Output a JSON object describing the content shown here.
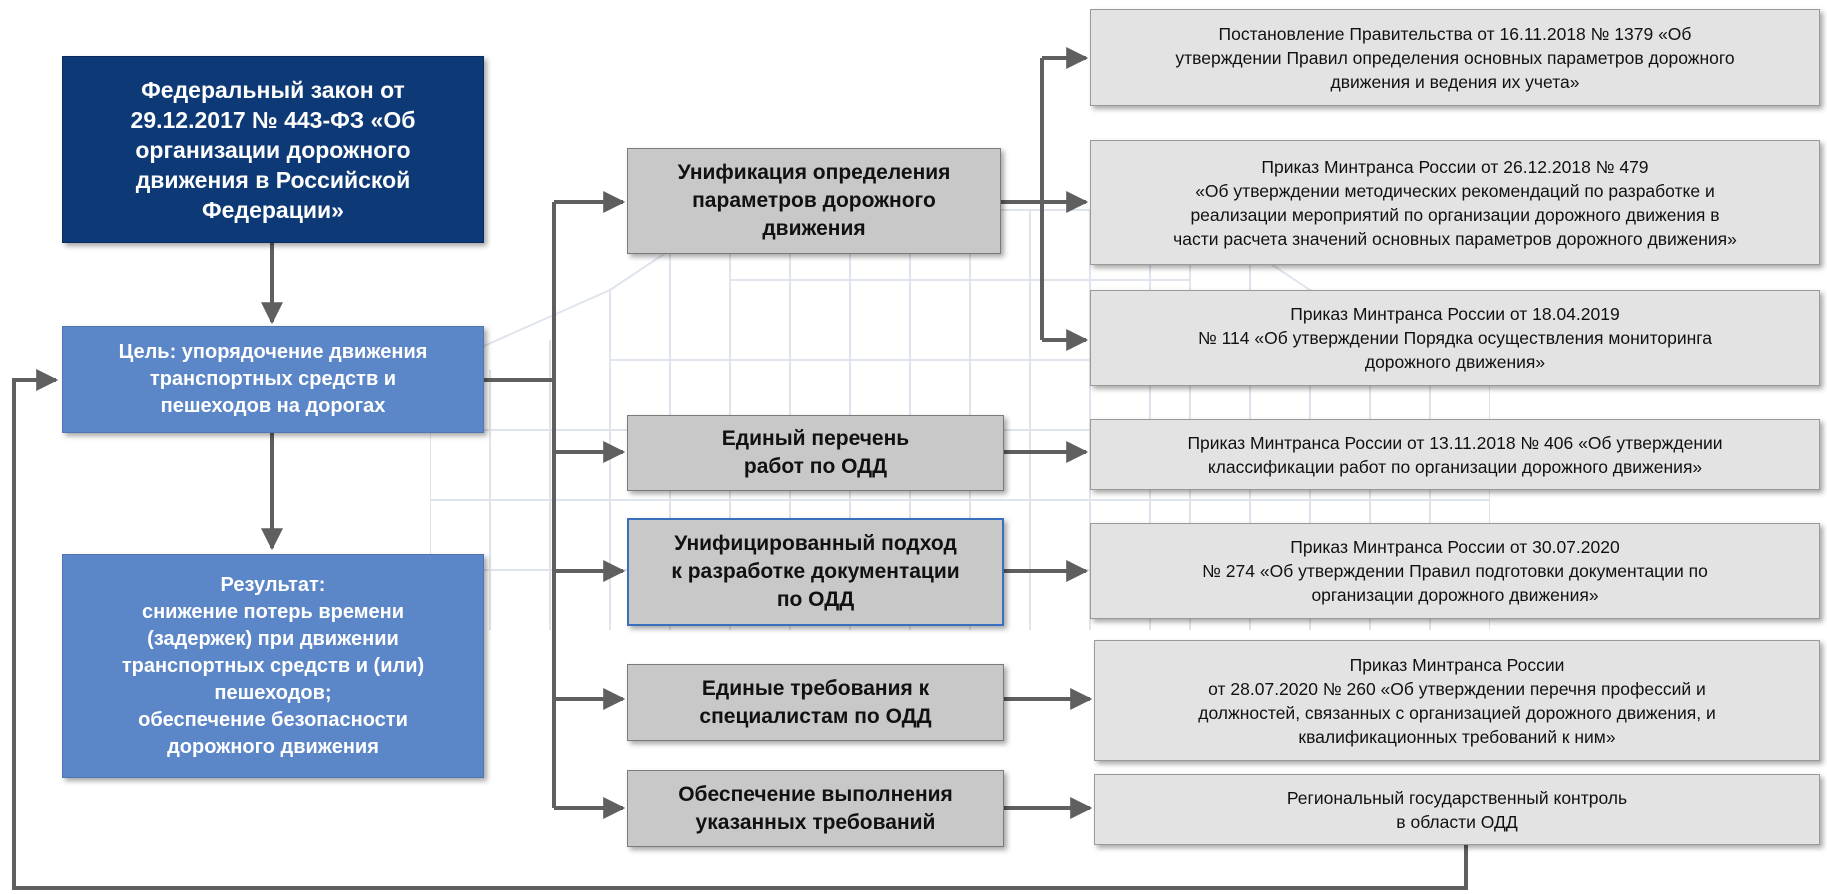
{
  "nodes": {
    "law": "Федеральный закон от\n29.12.2017 № 443-ФЗ «Об\nорганизации дорожного\nдвижения в Российской\nФедерации»",
    "goal": "Цель: упорядочение движения\nтранспортных средств и\nпешеходов на дорогах",
    "result": "Результат:\nснижение потерь времени\n(задержек) при движении\nтранспортных средств и (или)\nпешеходов;\nобеспечение безопасности\nдорожного движения",
    "unification": "Унификация определения\nпараметров дорожного\nдвижения",
    "works_list": "Единый перечень\nработ по ОДД",
    "docs_approach": "Унифицированный подход\nк разработке документации\nпо ОДД",
    "specialists": "Единые требования к\nспециалистам по ОДД",
    "compliance": "Обеспечение выполнения\nуказанных требований",
    "doc_1379": "Постановление Правительства от 16.11.2018 № 1379 «Об\nутверждении Правил определения основных параметров дорожного\nдвижения и ведения их учета»",
    "doc_479": "Приказ Минтранса России от 26.12.2018 № 479\n«Об утверждении методических рекомендаций по разработке и\nреализации мероприятий по организации дорожного движения в\nчасти расчета значений основных параметров дорожного движения»",
    "doc_114": "Приказ Минтранса России от 18.04.2019\n№ 114 «Об утверждении Порядка осуществления мониторинга\nдорожного движения»",
    "doc_406": "Приказ Минтранса России от 13.11.2018 № 406 «Об утверждении\nклассификации работ по организации дорожного движения»",
    "doc_274": "Приказ Минтранса России от 30.07.2020\n№ 274 «Об утверждении Правил подготовки документации по\nорганизации дорожного движения»",
    "doc_260": "Приказ Минтранса России\nот 28.07.2020 № 260 «Об утверждении перечня профессий и\nдолжностей, связанных с организацией дорожного движения, и\nквалификационных требований к ним»",
    "doc_control": "Региональный государственный контроль\nв области ОДД"
  },
  "colors": {
    "law": "#0d3a76",
    "goal_result": "#5b86c8",
    "middle": "#c8c8c8",
    "documents": "#e3e3e3",
    "connector": "#5f5f5f",
    "highlight_border": "#3a6fc0"
  }
}
